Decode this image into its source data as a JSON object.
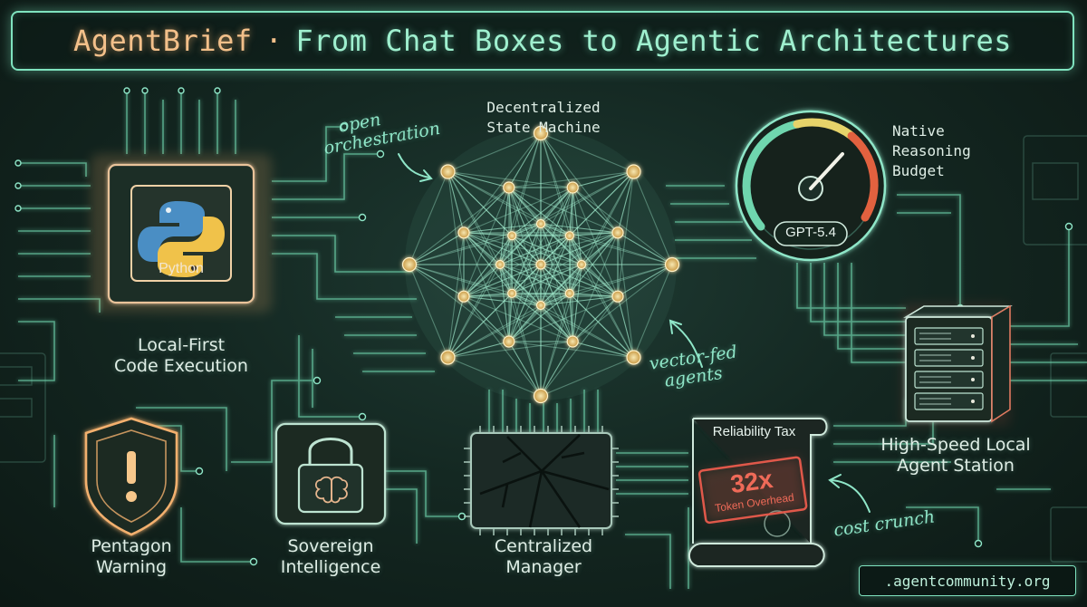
{
  "header": {
    "brand": "AgentBrief",
    "separator": "·",
    "subtitle": "From Chat Boxes to Agentic Architectures"
  },
  "nodes": {
    "local_first": {
      "title_line1": "Local-First",
      "title_line2": "Code Execution",
      "chip_label": "Python",
      "icon": "python-logo-icon"
    },
    "state_machine": {
      "title_line1": "Decentralized",
      "title_line2": "State Machine"
    },
    "reasoning": {
      "title_line1": "Native",
      "title_line2": "Reasoning",
      "title_line3": "Budget",
      "gauge_label": "GPT-5.4",
      "icon": "gauge-icon"
    },
    "agent_station": {
      "title_line1": "High-Speed Local",
      "title_line2": "Agent Station",
      "icon": "server-rack-icon"
    },
    "pentagon": {
      "title_line1": "Pentagon",
      "title_line2": "Warning",
      "icon": "shield-warning-icon"
    },
    "sovereign": {
      "title_line1": "Sovereign",
      "title_line2": "Intelligence",
      "icon": "padlock-brain-icon"
    },
    "centralized": {
      "title_line1": "Centralized",
      "title_line2": "Manager",
      "icon": "cracked-chip-icon"
    },
    "reliability": {
      "title": "Reliability Tax",
      "stamp_value": "32x",
      "stamp_caption": "Token Overhead",
      "icon": "scroll-icon"
    }
  },
  "annotations": {
    "open_orchestration_1": "open",
    "open_orchestration_2": "orchestration",
    "vector_fed_1": "vector-fed",
    "vector_fed_2": "agents",
    "cost_crunch": "cost crunch"
  },
  "footer": {
    "url": ".agentcommunity.org"
  },
  "colors": {
    "mint": "#7fe3bf",
    "amber": "#f3b06e",
    "red": "#e0584a",
    "background": "#142822"
  }
}
